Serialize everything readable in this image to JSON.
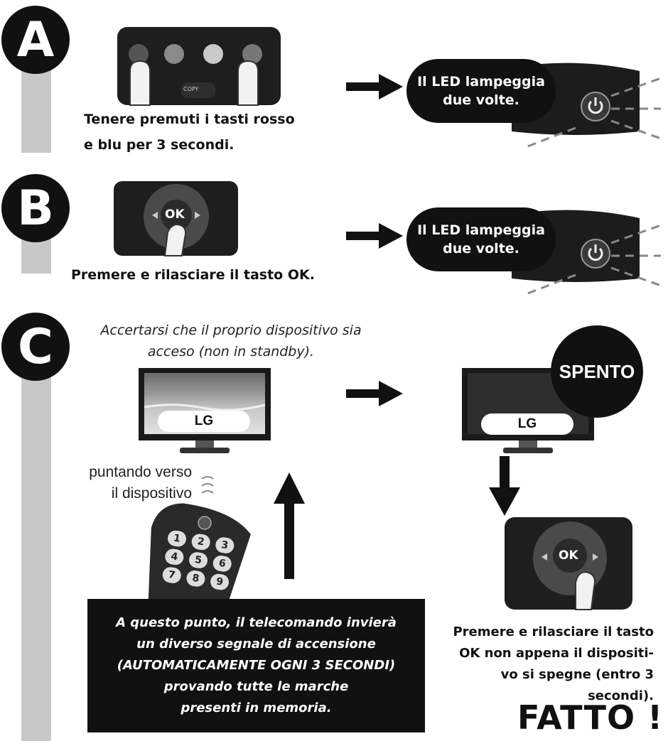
{
  "steps": {
    "a": {
      "letter": "A",
      "caption_line1": "Tenere premuti i tasti rosso",
      "caption_line2": "e blu per 3 secondi.",
      "remote_button": "COPY",
      "bubble_line1": "Il LED lampeggia",
      "bubble_line2": "due volte."
    },
    "b": {
      "letter": "B",
      "caption": "Premere e rilasciare il tasto OK.",
      "ok_label": "OK",
      "bubble_line1": "Il LED lampeggia",
      "bubble_line2": "due volte."
    },
    "c": {
      "letter": "C",
      "note_line1": "Accertarsi che il proprio dispositivo sia",
      "note_line2": "acceso (non in standby).",
      "tv_brand_left": "LG",
      "tv_brand_right": "LG",
      "off_label": "SPENTO",
      "pointing_line1": "puntando verso",
      "pointing_line2": "il dispositivo",
      "keypad": [
        "1",
        "2",
        "3",
        "4",
        "5",
        "6",
        "7",
        "8",
        "9"
      ],
      "info_box": [
        "A questo punto, il telecomando invierà",
        "un diverso segnale di accensione",
        "(AUTOMATICAMENTE OGNI 3 SECONDI)",
        "provando tutte le marche",
        "presenti in memoria."
      ],
      "ok_label": "OK",
      "final_text": [
        "Premere e rilasciare il tasto",
        "OK non appena il dispositi-",
        "vo si spegne (entro 3",
        "secondi)."
      ],
      "done_label": "FATTO !"
    }
  }
}
